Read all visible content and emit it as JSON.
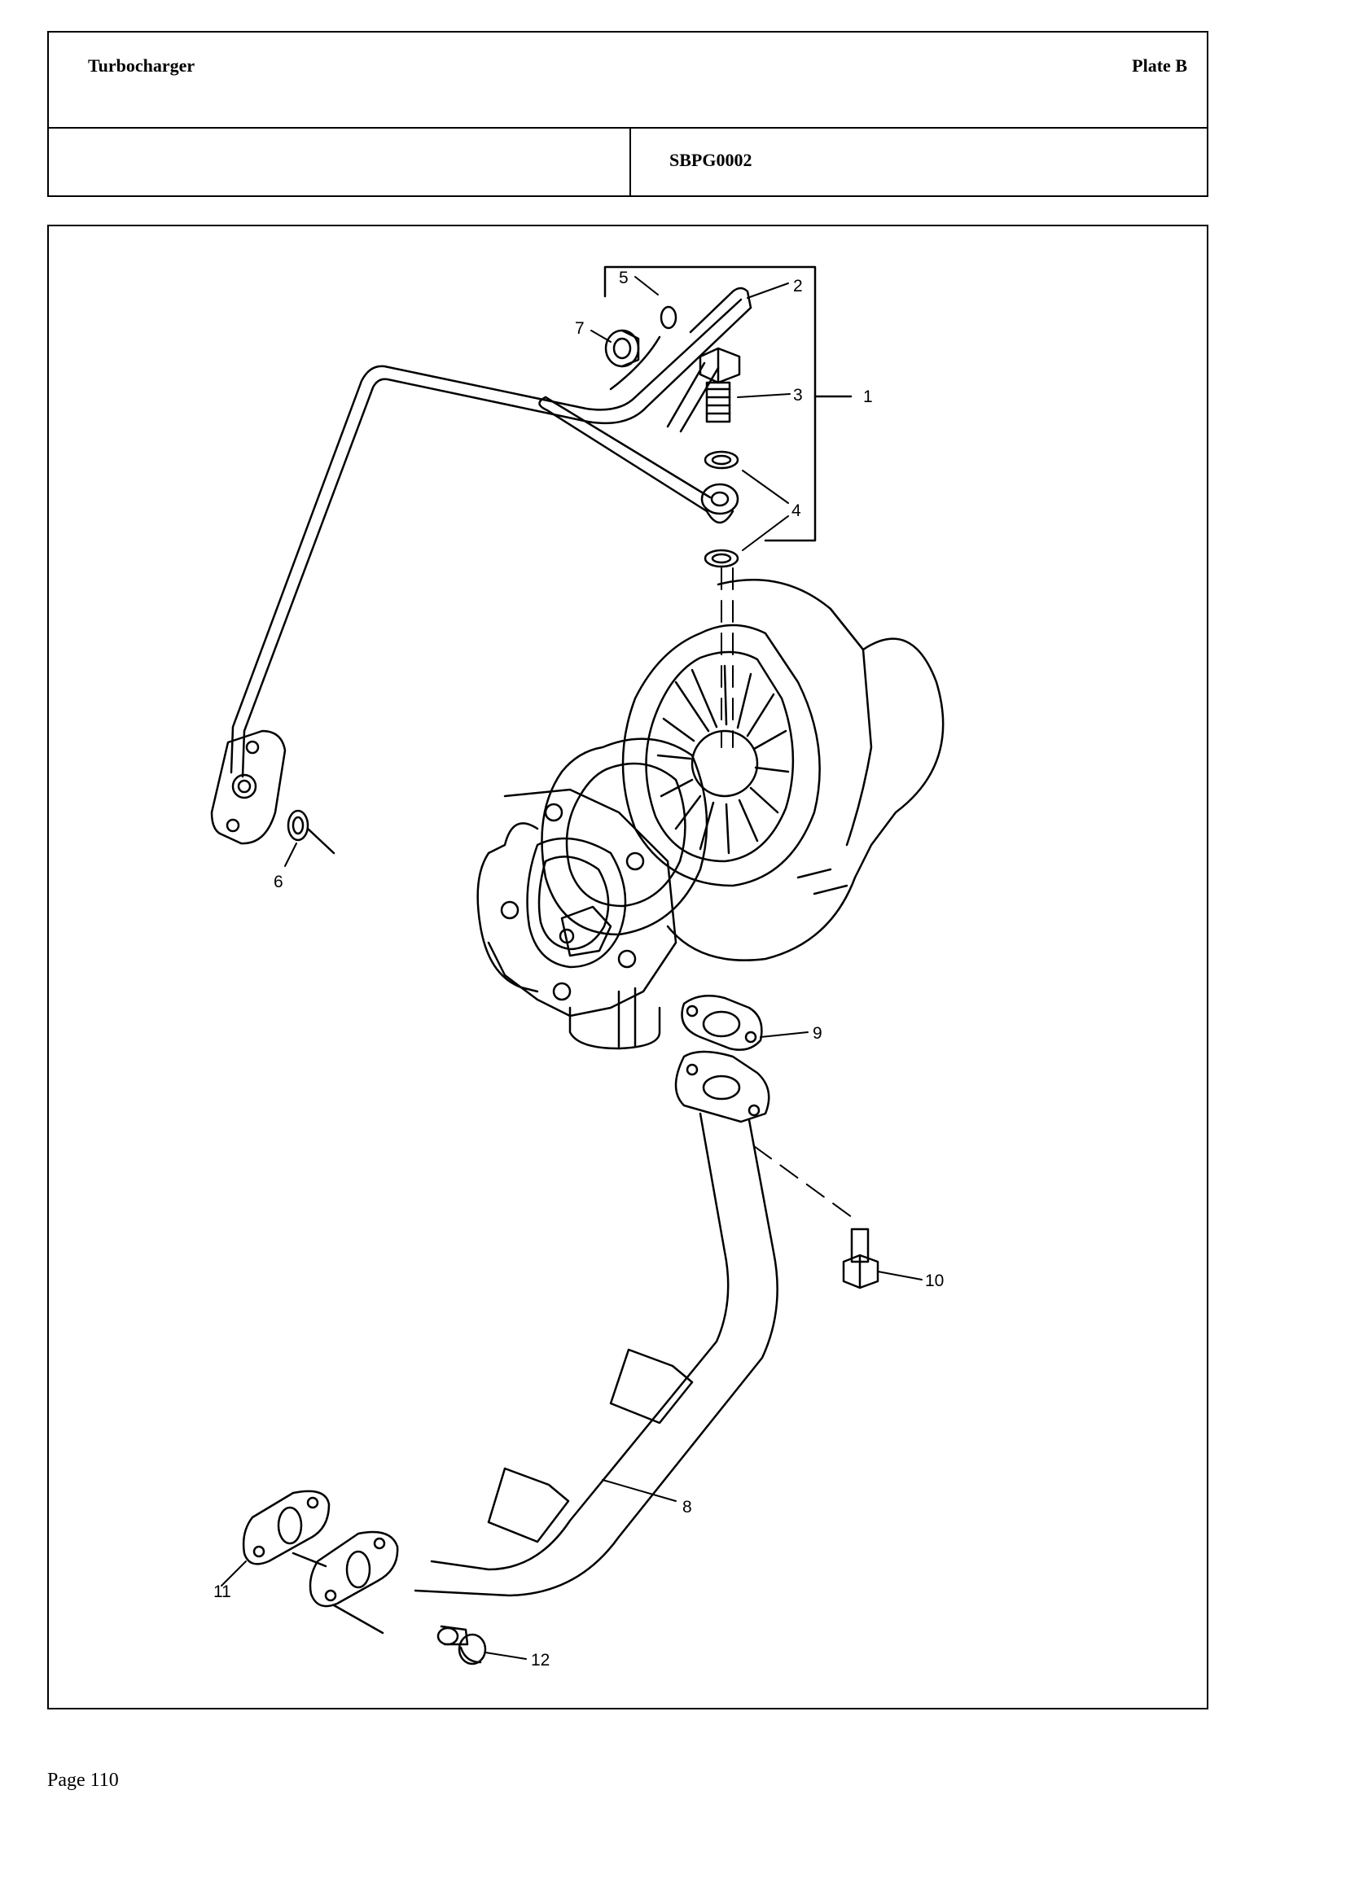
{
  "header": {
    "title": "Turbocharger",
    "plate": "Plate B",
    "code": "SBPG0002"
  },
  "callouts": [
    "1",
    "2",
    "3",
    "4",
    "5",
    "6",
    "7",
    "8",
    "9",
    "10",
    "11",
    "12"
  ],
  "footer": {
    "page": "Page 110"
  }
}
